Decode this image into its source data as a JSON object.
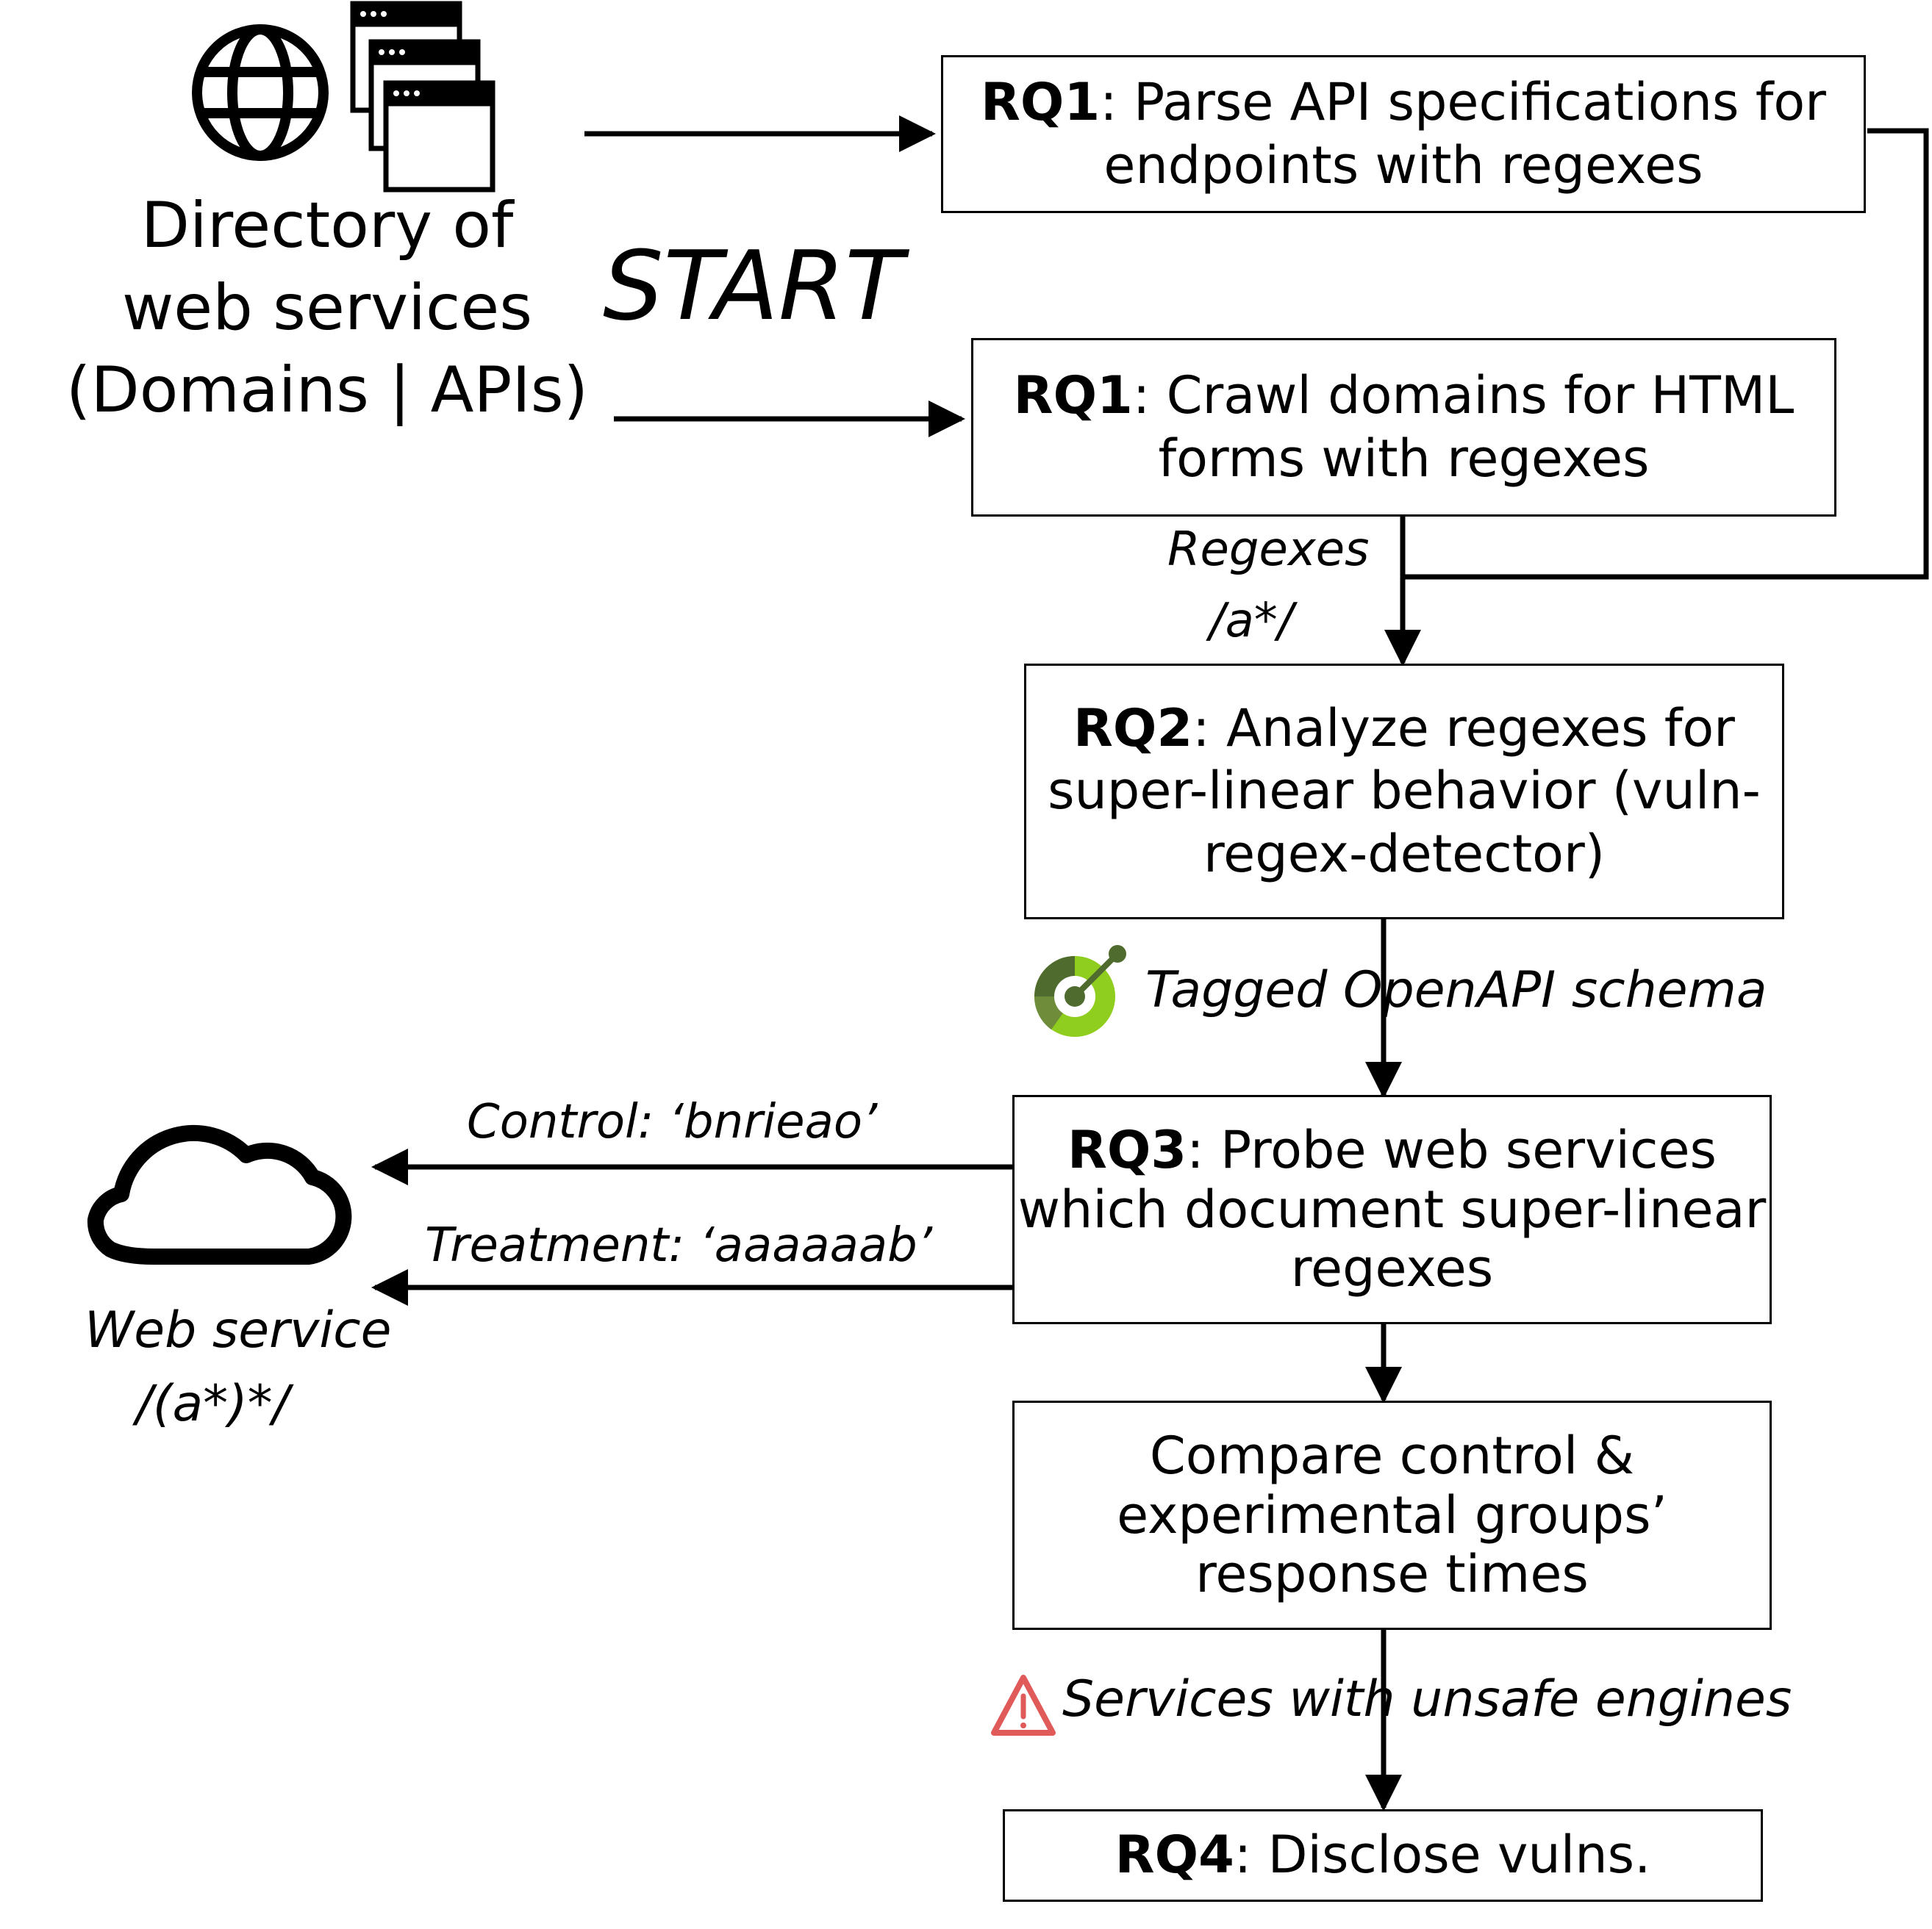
{
  "source": {
    "lines": [
      "Directory of",
      "web services",
      "(Domains | APIs)"
    ],
    "icons": [
      "globe-icon",
      "browser-windows-icon"
    ]
  },
  "start_label": "START",
  "boxes": {
    "rq1_api": {
      "tag": "RQ1",
      "text": ": Parse API specifications for endpoints with regexes"
    },
    "rq1_crawl": {
      "tag": "RQ1",
      "text": ": Crawl domains for HTML forms with regexes"
    },
    "rq2": {
      "tag": "RQ2",
      "text": ": Analyze regexes for super-linear behavior (vuln-regex-detector)"
    },
    "rq3": {
      "tag": "RQ3",
      "text": ": Probe web services which document super-linear regexes"
    },
    "compare": {
      "text": "Compare control & experimental groups’ response times"
    },
    "rq4": {
      "tag": "RQ4",
      "text": ": Disclose vulns."
    }
  },
  "edge_labels": {
    "regexes": "Regexes",
    "regex_example": "/a*/",
    "tagged_schema": "Tagged OpenAPI schema",
    "control": "Control: ‘bnrieao’",
    "treatment": "Treatment: ‘aaaaaab’",
    "unsafe": "Services with unsafe engines"
  },
  "web_service": {
    "label": "Web service",
    "regex": "/(a*)*/",
    "icon": "cloud-icon"
  },
  "colors": {
    "line": "#000000",
    "warning": "#e05a5a",
    "openapi_dark": "#4f6b2e",
    "openapi_light": "#8fce1f"
  }
}
